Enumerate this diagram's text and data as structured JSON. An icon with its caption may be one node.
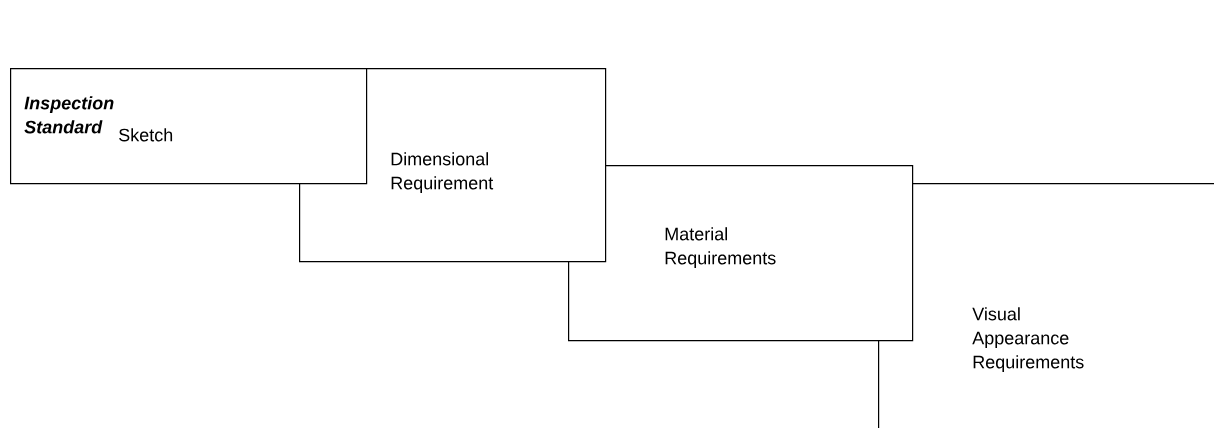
{
  "diagram": {
    "nodes": [
      {
        "text": [
          "Inspection Standard",
          "Sketch"
        ]
      },
      {
        "text": [
          "Dimensional Requirement"
        ]
      },
      {
        "text": [
          "Material Requirements"
        ]
      },
      {
        "text": [
          "Visual Appearance Requirements"
        ]
      }
    ]
  }
}
